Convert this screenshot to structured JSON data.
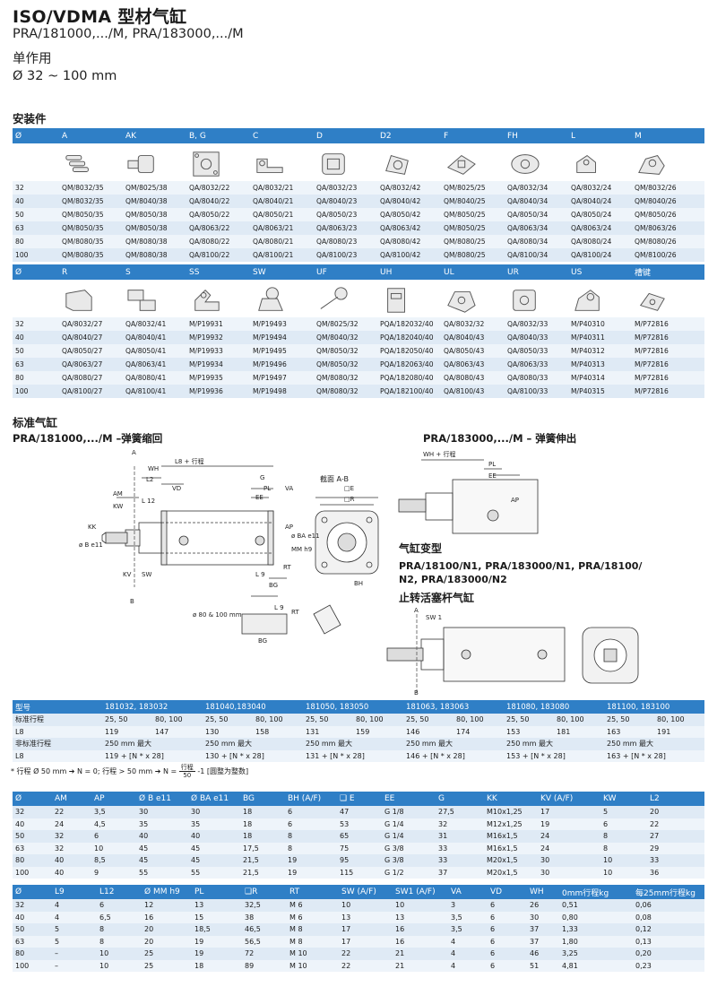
{
  "header": {
    "title": "ISO/VDMA 型材气缸",
    "models": "PRA/181000,.../M, PRA/183000,.../M",
    "type": "单作用",
    "bore": "Ø 32 ~ 100 mm",
    "mounting_title": "安装件"
  },
  "acc1": {
    "cols": [
      "Ø",
      "A",
      "AK",
      "B, G",
      "C",
      "D",
      "D2",
      "F",
      "FH",
      "L",
      "M"
    ],
    "rows": [
      [
        "32",
        "QM/8032/35",
        "QM/8025/38",
        "QA/8032/22",
        "QA/8032/21",
        "QA/8032/23",
        "QA/8032/42",
        "QM/8025/25",
        "QA/8032/34",
        "QA/8032/24",
        "QM/8032/26"
      ],
      [
        "40",
        "QM/8032/35",
        "QM/8040/38",
        "QA/8040/22",
        "QA/8040/21",
        "QA/8040/23",
        "QA/8040/42",
        "QM/8040/25",
        "QA/8040/34",
        "QA/8040/24",
        "QM/8040/26"
      ],
      [
        "50",
        "QM/8050/35",
        "QM/8050/38",
        "QA/8050/22",
        "QA/8050/21",
        "QA/8050/23",
        "QA/8050/42",
        "QM/8050/25",
        "QA/8050/34",
        "QA/8050/24",
        "QM/8050/26"
      ],
      [
        "63",
        "QM/8050/35",
        "QM/8050/38",
        "QA/8063/22",
        "QA/8063/21",
        "QA/8063/23",
        "QA/8063/42",
        "QM/8050/25",
        "QA/8063/34",
        "QA/8063/24",
        "QM/8063/26"
      ],
      [
        "80",
        "QM/8080/35",
        "QM/8080/38",
        "QA/8080/22",
        "QA/8080/21",
        "QA/8080/23",
        "QA/8080/42",
        "QM/8080/25",
        "QA/8080/34",
        "QA/8080/24",
        "QM/8080/26"
      ],
      [
        "100",
        "QM/8080/35",
        "QM/8080/38",
        "QA/8100/22",
        "QA/8100/21",
        "QA/8100/23",
        "QA/8100/42",
        "QM/8080/25",
        "QA/8100/34",
        "QA/8100/24",
        "QM/8100/26"
      ]
    ]
  },
  "acc2": {
    "cols": [
      "Ø",
      "R",
      "S",
      "SS",
      "SW",
      "UF",
      "UH",
      "UL",
      "UR",
      "US",
      "槽键"
    ],
    "rows": [
      [
        "32",
        "QA/8032/27",
        "QA/8032/41",
        "M/P19931",
        "M/P19493",
        "QM/8025/32",
        "PQA/182032/40",
        "QA/8032/32",
        "QA/8032/33",
        "M/P40310",
        "M/P72816"
      ],
      [
        "40",
        "QA/8040/27",
        "QA/8040/41",
        "M/P19932",
        "M/P19494",
        "QM/8040/32",
        "PQA/182040/40",
        "QA/8040/43",
        "QA/8040/33",
        "M/P40311",
        "M/P72816"
      ],
      [
        "50",
        "QA/8050/27",
        "QA/8050/41",
        "M/P19933",
        "M/P19495",
        "QM/8050/32",
        "PQA/182050/40",
        "QA/8050/43",
        "QA/8050/33",
        "M/P40312",
        "M/P72816"
      ],
      [
        "63",
        "QA/8063/27",
        "QA/8063/41",
        "M/P19934",
        "M/P19496",
        "QM/8050/32",
        "PQA/182063/40",
        "QA/8063/43",
        "QA/8063/33",
        "M/P40313",
        "M/P72816"
      ],
      [
        "80",
        "QA/8080/27",
        "QA/8080/41",
        "M/P19935",
        "M/P19497",
        "QM/8080/32",
        "PQA/182080/40",
        "QA/8080/43",
        "QA/8080/33",
        "M/P40314",
        "M/P72816"
      ],
      [
        "100",
        "QA/8100/27",
        "QA/8100/41",
        "M/P19936",
        "M/P19498",
        "QM/8080/32",
        "PQA/182100/40",
        "QA/8100/43",
        "QA/8100/33",
        "M/P40315",
        "M/P72816"
      ]
    ]
  },
  "standard": {
    "title": "标准气缸",
    "left_title": "PRA/181000,.../M –弹簧缩回",
    "right_title": "PRA/183000,.../M – 弹簧伸出",
    "variant_title": "气缸变型",
    "variant_models_1": "PRA/18100/N1, PRA/183000/N1, PRA/18100/",
    "variant_models_2": "N2, PRA/183000/N2",
    "antirot_title": "止转活塞杆气缸",
    "labels": {
      "A": "A",
      "B": "B",
      "WH": "WH",
      "L8": "L8 + 行程",
      "L2": "L2",
      "G": "G",
      "VD": "VD",
      "AM": "AM",
      "L12": "L 12",
      "EE": "EE",
      "PL": "PL",
      "VA": "VA",
      "KW": "KW",
      "KK": "KK",
      "OB": "ø B e11",
      "KV": "KV",
      "SW": "SW",
      "L9": "L 9",
      "BG": "BG",
      "RT": "RT",
      "AP": "AP",
      "MM": "MM h9",
      "BA": "ø BA e11",
      "section": "截面 A-B",
      "OE": "□E",
      "OR": "□R",
      "BH": "BH",
      "bore80": "ø 80 & 100 mm",
      "WH2": "WH + 行程",
      "EE2": "EE",
      "PL2": "PL",
      "AP2": "AP",
      "SW1": "SW 1",
      "A2": "A",
      "B2": "B",
      "L9b": "L 9",
      "BGb": "BG",
      "RTb": "RT"
    }
  },
  "stroke_table": {
    "header": [
      "型号",
      "181032, 183032",
      "181040,183040",
      "181050, 183050",
      "181063, 183063",
      "181080, 183080",
      "181100, 183100"
    ],
    "rows": [
      [
        "标准行程",
        "25, 50",
        "80, 100",
        "25, 50",
        "80, 100",
        "25, 50",
        "80, 100",
        "25, 50",
        "80, 100",
        "25, 50",
        "80, 100",
        "25, 50",
        "80, 100"
      ],
      [
        "L8",
        "119",
        "147",
        "130",
        "158",
        "131",
        "159",
        "146",
        "174",
        "153",
        "181",
        "163",
        "191"
      ],
      [
        "非标准行程",
        "250 mm 最大",
        "",
        "250 mm 最大",
        "",
        "250 mm 最大",
        "",
        "250 mm 最大",
        "",
        "250 mm 最大",
        "",
        "250 mm 最大",
        ""
      ],
      [
        "L8",
        "119 + [N * x 28]",
        "",
        "130 + [N * x 28]",
        "",
        "131 + [N * x 28]",
        "",
        "146 + [N * x 28]",
        "",
        "153 + [N * x 28]",
        "",
        "163 + [N * x 28]",
        ""
      ]
    ],
    "note_pre": "* 行程 Ø 50 mm ➔ N = 0; 行程 > 50 mm ➔ N =",
    "note_num": "行程",
    "note_den": "50",
    "note_post": "-1 [圆整为整数]"
  },
  "dim1": {
    "cols": [
      "Ø",
      "AM",
      "AP",
      "Ø B e11",
      "Ø BA e11",
      "BG",
      "BH (A/F)",
      "❑ E",
      "EE",
      "G",
      "KK",
      "KV (A/F)",
      "KW",
      "L2"
    ],
    "rows": [
      [
        "32",
        "22",
        "3,5",
        "30",
        "30",
        "18",
        "6",
        "47",
        "G 1/8",
        "27,5",
        "M10x1,25",
        "17",
        "5",
        "20"
      ],
      [
        "40",
        "24",
        "4,5",
        "35",
        "35",
        "18",
        "6",
        "53",
        "G 1/4",
        "32",
        "M12x1,25",
        "19",
        "6",
        "22"
      ],
      [
        "50",
        "32",
        "6",
        "40",
        "40",
        "18",
        "8",
        "65",
        "G 1/4",
        "31",
        "M16x1,5",
        "24",
        "8",
        "27"
      ],
      [
        "63",
        "32",
        "10",
        "45",
        "45",
        "17,5",
        "8",
        "75",
        "G 3/8",
        "33",
        "M16x1,5",
        "24",
        "8",
        "29"
      ],
      [
        "80",
        "40",
        "8,5",
        "45",
        "45",
        "21,5",
        "19",
        "95",
        "G 3/8",
        "33",
        "M20x1,5",
        "30",
        "10",
        "33"
      ],
      [
        "100",
        "40",
        "9",
        "55",
        "55",
        "21,5",
        "19",
        "115",
        "G 1/2",
        "37",
        "M20x1,5",
        "30",
        "10",
        "36"
      ]
    ]
  },
  "dim2": {
    "cols": [
      "Ø",
      "L9",
      "L12",
      "Ø MM h9",
      "PL",
      "❑R",
      "RT",
      "SW (A/F)",
      "SW1 (A/F)",
      "VA",
      "VD",
      "WH",
      "0mm行程kg",
      "每25mm行程kg"
    ],
    "rows": [
      [
        "32",
        "4",
        "6",
        "12",
        "13",
        "32,5",
        "M 6",
        "10",
        "10",
        "3",
        "6",
        "26",
        "0,51",
        "0,06"
      ],
      [
        "40",
        "4",
        "6,5",
        "16",
        "15",
        "38",
        "M 6",
        "13",
        "13",
        "3,5",
        "6",
        "30",
        "0,80",
        "0,08"
      ],
      [
        "50",
        "5",
        "8",
        "20",
        "18,5",
        "46,5",
        "M 8",
        "17",
        "16",
        "3,5",
        "6",
        "37",
        "1,33",
        "0,12"
      ],
      [
        "63",
        "5",
        "8",
        "20",
        "19",
        "56,5",
        "M 8",
        "17",
        "16",
        "4",
        "6",
        "37",
        "1,80",
        "0,13"
      ],
      [
        "80",
        "–",
        "10",
        "25",
        "19",
        "72",
        "M 10",
        "22",
        "21",
        "4",
        "6",
        "46",
        "3,25",
        "0,20"
      ],
      [
        "100",
        "–",
        "10",
        "25",
        "18",
        "89",
        "M 10",
        "22",
        "21",
        "4",
        "6",
        "51",
        "4,81",
        "0,23"
      ]
    ]
  },
  "colors": {
    "header_blue": "#2f7fc6",
    "row_a": "#dfeaf5",
    "row_b": "#eef4fa"
  },
  "icons": {
    "acc1": [
      "",
      "pins-icon",
      "rod-coupler-icon",
      "flange-plate-icon",
      "foot-bracket-icon",
      "clevis-icon",
      "rear-clevis-icon",
      "rod-clevis-icon",
      "trunnion-icon",
      "pivot-bracket-icon",
      "swivel-bracket-icon"
    ],
    "acc2": [
      "",
      "hinge-block-icon",
      "trunnion-block-icon",
      "angle-bracket-icon",
      "pivot-eye-icon",
      "rod-eye-icon",
      "alignment-coupler-icon",
      "counter-bracket-icon",
      "pivot-block-icon",
      "clevis-bracket-icon",
      "slot-nut-icon"
    ]
  }
}
